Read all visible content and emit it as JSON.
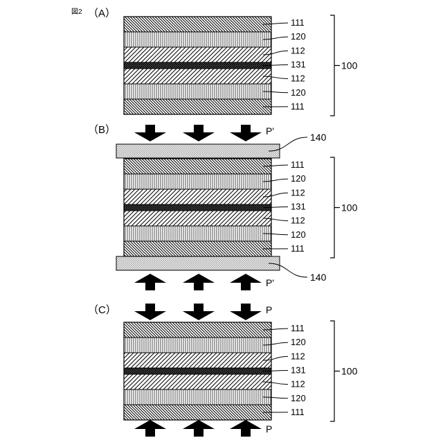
{
  "figure_label": "図2",
  "panels": [
    {
      "id": "A",
      "label": "（A）",
      "layers": [
        "111",
        "120",
        "112",
        "131",
        "112",
        "120",
        "111"
      ],
      "assembly_label": "100"
    },
    {
      "id": "B",
      "label": "（B）",
      "layers": [
        "111",
        "120",
        "112",
        "131",
        "112",
        "120",
        "111"
      ],
      "assembly_label": "100",
      "plate_label": "140",
      "pressure_label": "P'"
    },
    {
      "id": "C",
      "label": "（C）",
      "layers": [
        "111",
        "120",
        "112",
        "131",
        "112",
        "120",
        "111"
      ],
      "assembly_label": "100",
      "pressure_label": "P"
    }
  ]
}
